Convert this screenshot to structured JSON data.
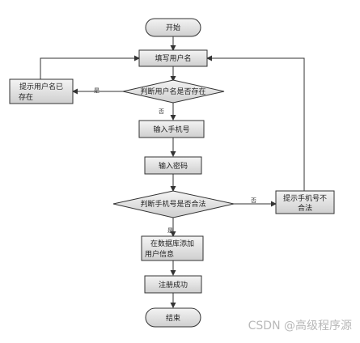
{
  "diagram": {
    "nodes": {
      "start": "开始",
      "fill_username": "填写用户名",
      "check_username": "判断用户名是否存在",
      "username_exists_line1": "提示用户名已",
      "username_exists_line2": "存在",
      "enter_phone": "输入手机号",
      "enter_password": "输入密码",
      "check_phone": "判断手机号是否合法",
      "phone_invalid_line1": "提示手机号不",
      "phone_invalid_line2": "合法",
      "add_user_line1": "在数据库添加",
      "add_user_line2": "用户信息",
      "register_success": "注册成功",
      "end": "结束"
    },
    "edge_labels": {
      "check_username_yes": "是",
      "check_username_no": "否",
      "check_phone_no": "否",
      "check_phone_yes": "是"
    }
  },
  "watermark": "CSDN @高级程序源",
  "colors": {
    "box_top": "#f2f2f2",
    "box_bottom": "#d0d0d0",
    "stroke": "#333333"
  }
}
